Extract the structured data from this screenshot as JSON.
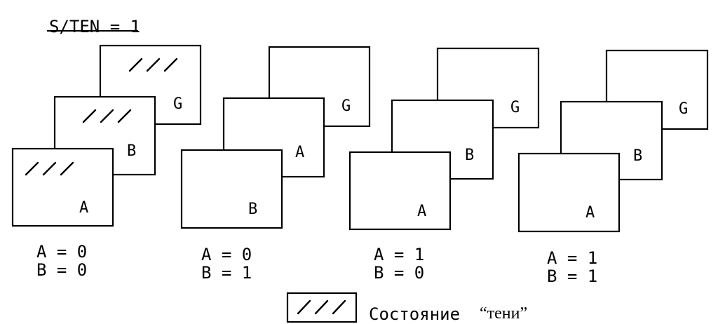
{
  "header": {
    "label": "S/TEN = 1"
  },
  "configurations": [
    {
      "labels": {
        "back": "G",
        "mid": "B",
        "front": "A"
      },
      "shaded": [
        true,
        true,
        true
      ],
      "state": {
        "line1": "A = 0",
        "line2": "B = 0"
      }
    },
    {
      "labels": {
        "back": "G",
        "mid": "A",
        "front": "B"
      },
      "shaded": [
        false,
        false,
        false
      ],
      "state": {
        "line1": "A = 0",
        "line2": "B = 1"
      }
    },
    {
      "labels": {
        "back": "G",
        "mid": "B",
        "front": "A"
      },
      "shaded": [
        false,
        false,
        false
      ],
      "state": {
        "line1": "A = 1",
        "line2": "B = 0"
      }
    },
    {
      "labels": {
        "back": "G",
        "mid": "B",
        "front": "A"
      },
      "shaded": [
        false,
        false,
        false
      ],
      "state": {
        "line1": "A = 1",
        "line2": "B = 1"
      }
    }
  ],
  "legend": {
    "text": "Состояние",
    "quoted": "“тени”"
  }
}
